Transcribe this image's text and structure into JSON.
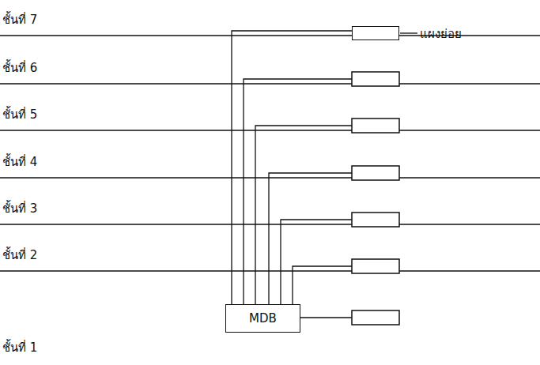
{
  "diagram": {
    "nodes": [
      {
        "text": [
          "MDB"
        ]
      },
      {
        "text": [
          "แผงย่อย"
        ]
      }
    ],
    "edges": [
      {
        "from": 0,
        "to": 1,
        "arrow": "none"
      }
    ],
    "labels": [
      "ชั้นที่ 7",
      "ชั้นที่ 6",
      "ชั้นที่ 5",
      "ชั้นที่ 4",
      "ชั้นที่ 3",
      "ชั้นที่ 2",
      "ชั้นที่ 1"
    ]
  }
}
